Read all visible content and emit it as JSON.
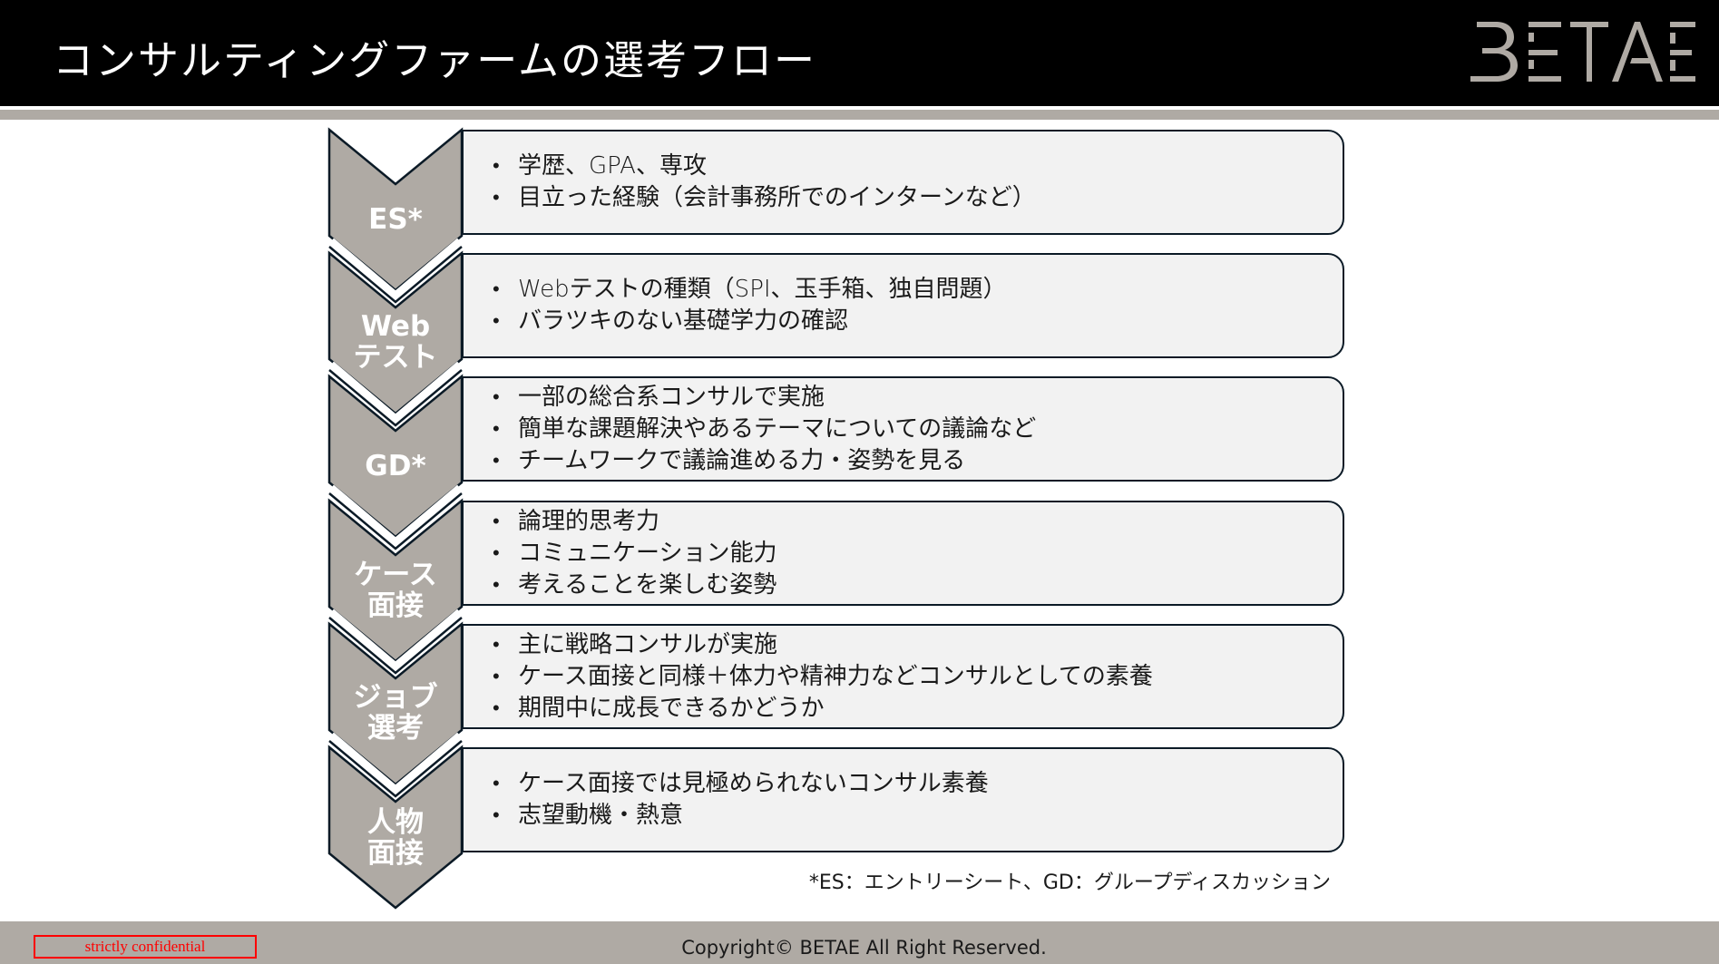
{
  "header": {
    "title": "コンサルティングファームの選考フロー",
    "logo_text": "BETAE"
  },
  "colors": {
    "header_bg": "#000000",
    "accent_gray": "#afaaa4",
    "chevron_fill": "#afaaa4",
    "chevron_stroke": "#0b1a26",
    "box_fill": "#f2f2f2",
    "confidential_red": "#ff0000"
  },
  "stages": [
    {
      "label_line1": "ES*",
      "label_line2": "",
      "bullets": [
        "学歴、GPA、専攻",
        "目立った経験（会計事務所でのインターンなど）"
      ]
    },
    {
      "label_line1": "Web",
      "label_line2": "テスト",
      "bullets": [
        "Webテストの種類（SPI、玉手箱、独自問題）",
        "バラツキのない基礎学力の確認"
      ]
    },
    {
      "label_line1": "GD*",
      "label_line2": "",
      "bullets": [
        "一部の総合系コンサルで実施",
        "簡単な課題解決やあるテーマについての議論など",
        "チームワークで議論進める力・姿勢を見る"
      ]
    },
    {
      "label_line1": "ケース",
      "label_line2": "面接",
      "bullets": [
        "論理的思考力",
        "コミュニケーション能力",
        "考えることを楽しむ姿勢"
      ]
    },
    {
      "label_line1": "ジョブ",
      "label_line2": "選考",
      "bullets": [
        "主に戦略コンサルが実施",
        "ケース面接と同様＋体力や精神力などコンサルとしての素養",
        "期間中に成長できるかどうか"
      ]
    },
    {
      "label_line1": "人物",
      "label_line2": "面接",
      "bullets": [
        "ケース面接では見極められないコンサル素養",
        "志望動機・熱意"
      ]
    }
  ],
  "bullet_glyph": "•",
  "footnote": "*ES：エントリーシート、GD：グループディスカッション",
  "footer": {
    "confidential": "strictly confidential",
    "copyright": "Copyright© BETAE All Right Reserved."
  }
}
